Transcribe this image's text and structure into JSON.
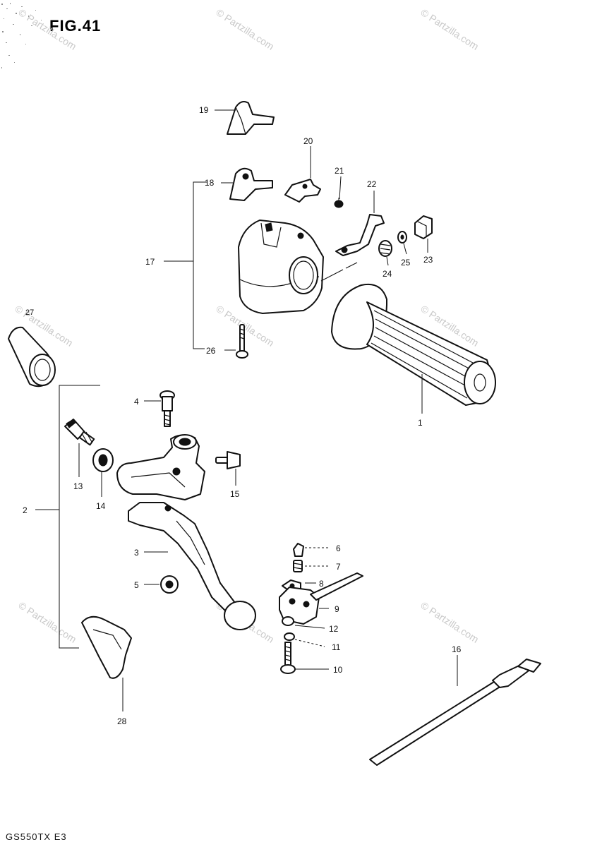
{
  "figure": {
    "title": "FIG.41"
  },
  "footer": {
    "model_code": "GS550TX E3"
  },
  "watermark": {
    "text": "© Partzilla.com"
  },
  "callouts": {
    "c1": "1",
    "c2": "2",
    "c3": "3",
    "c4": "4",
    "c5": "5",
    "c6": "6",
    "c7": "7",
    "c8": "8",
    "c9": "9",
    "c10": "10",
    "c11": "11",
    "c12": "12",
    "c13": "13",
    "c14": "14",
    "c15": "15",
    "c16": "16",
    "c17": "17",
    "c18": "18",
    "c19": "19",
    "c20": "20",
    "c21": "21",
    "c22": "22",
    "c23": "23",
    "c24": "24",
    "c25": "25",
    "c26": "26",
    "c27": "27",
    "c28": "28"
  }
}
